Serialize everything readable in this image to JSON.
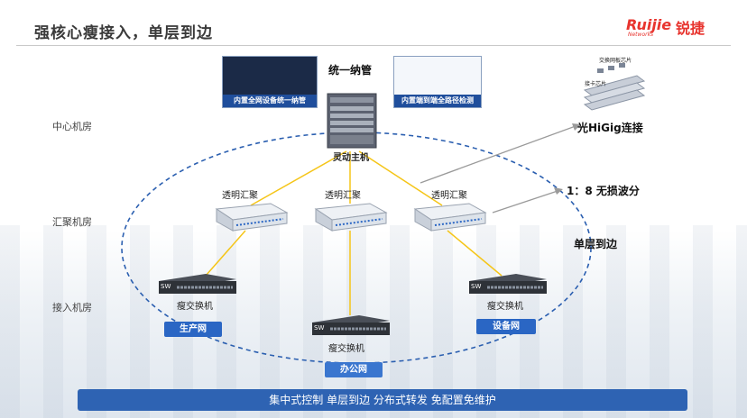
{
  "header": {
    "title": "强核心瘦接入，单层到边"
  },
  "logo": {
    "brand": "Ruijie",
    "brand_cn": "锐捷",
    "subtitle": "Networks"
  },
  "rows": {
    "center": "中心机房",
    "aggregation": "汇聚机房",
    "access": "接入机房"
  },
  "screens": {
    "left_caption": "内置全网设备统一纳管",
    "right_caption": "内置端到端全路径检测"
  },
  "callouts": {
    "unified": "统一纳管",
    "main_unit": "灵动主机",
    "higig": "光HiGig连接",
    "wdm": "1：8 无损波分",
    "single_layer": "单层到边",
    "chip_box": "交换网板芯片",
    "chip_label": "接卡芯片"
  },
  "aggregation_units": [
    "透明汇聚",
    "透明汇聚",
    "透明汇聚"
  ],
  "access_switches": [
    "瘦交换机",
    "瘦交换机",
    "瘦交换机"
  ],
  "switch_badge": "SW",
  "networks": {
    "production": "生产网",
    "office": "办公网",
    "device": "设备网"
  },
  "footer": {
    "text": "集中式控制  单层到边  分布式转发  免配置免维护"
  },
  "colors": {
    "accent": "#2e63b3",
    "brand": "#e8342e",
    "link": "#f5c518",
    "ring": "#2b5fb0"
  }
}
